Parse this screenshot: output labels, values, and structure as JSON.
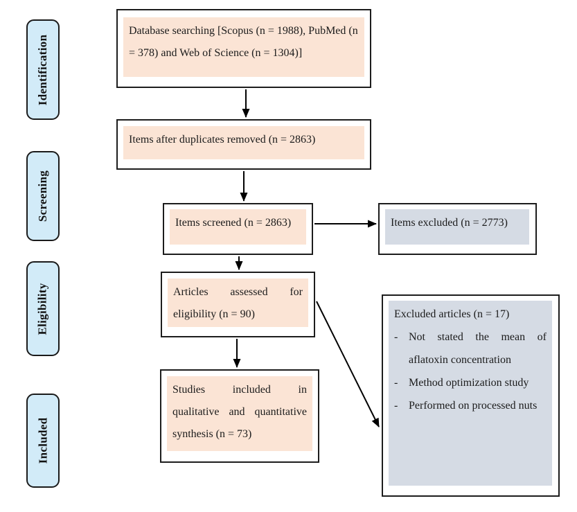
{
  "sidebar": {
    "stages": [
      {
        "label": "Identification"
      },
      {
        "label": "Screening"
      },
      {
        "label": "Eligibility"
      },
      {
        "label": "Included"
      }
    ]
  },
  "boxes": {
    "database_searching": {
      "text": "Database searching [Scopus (n = 1988), PubMed (n = 378) and Web of Science (n = 1304)]"
    },
    "duplicates_removed": {
      "text": "Items after duplicates removed (n = 2863)"
    },
    "items_screened": {
      "text": "Items screened (n = 2863)"
    },
    "items_excluded": {
      "text": "Items excluded (n = 2773)"
    },
    "articles_assessed": {
      "text": "Articles assessed for eligibility (n = 90)"
    },
    "studies_included": {
      "text": "Studies included in qualitative and quantitative synthesis (n = 73)"
    },
    "excluded_articles": {
      "title": "Excluded articles (n = 17)",
      "bullet": "-",
      "items": [
        "Not stated the mean of aflatoxin concentration",
        "Method optimization study",
        "Performed on processed nuts"
      ]
    }
  },
  "colors": {
    "stage_fill": "#d2ebf8",
    "included_fill": "#fbe4d5",
    "excluded_fill": "#d5dbe4",
    "line": "#000000"
  }
}
